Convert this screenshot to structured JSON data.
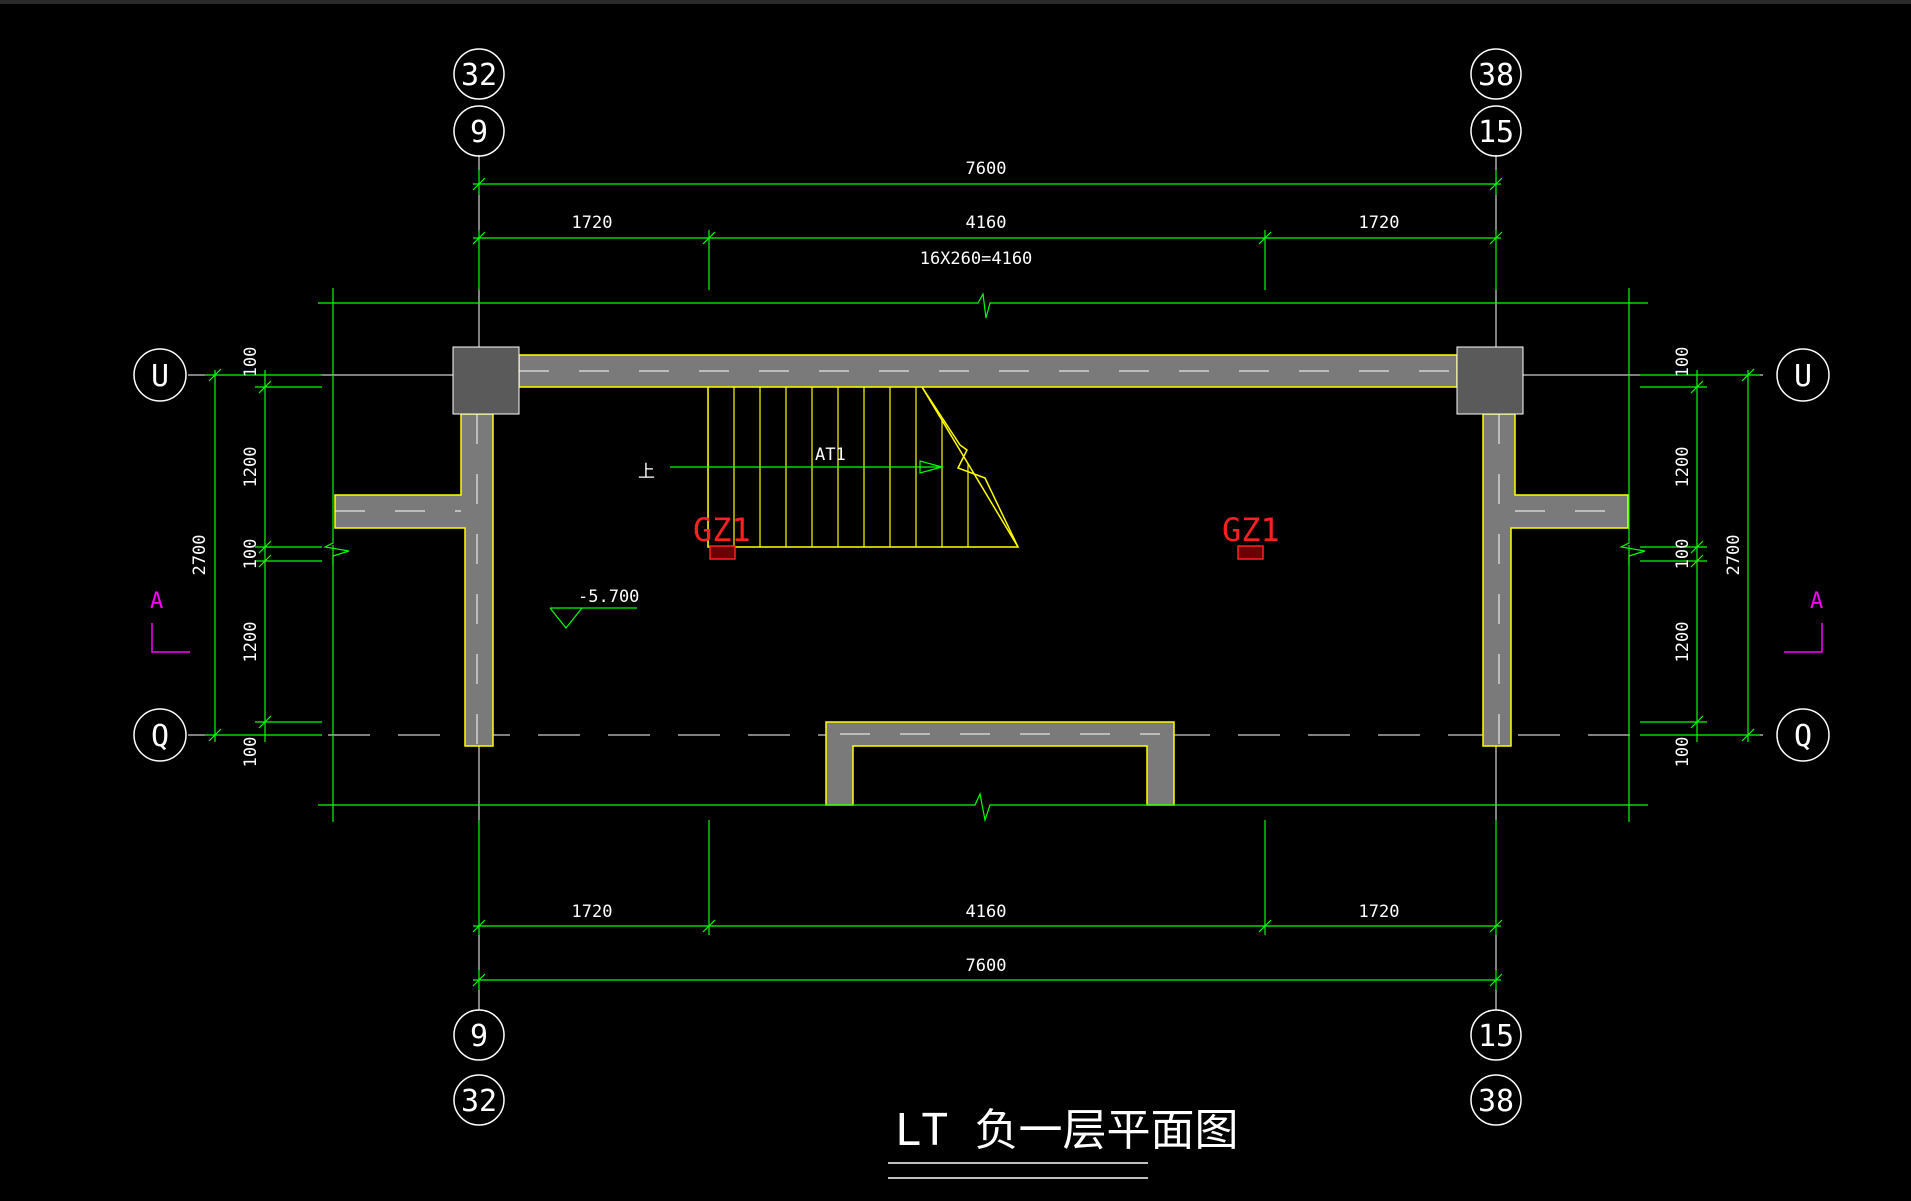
{
  "drawing": {
    "title": "LT 负一层平面图",
    "colors": {
      "background": "#000000",
      "dimension": "#00ff00",
      "wall_outline": "#ffff00",
      "wall_fill": "#7a7a7a",
      "axis_line": "#ffffff",
      "column_label": "#ff2020",
      "section_mark": "#ff00ff"
    },
    "axis_bubbles": {
      "top": [
        "32",
        "9",
        "38",
        "15"
      ],
      "bottom": [
        "9",
        "32",
        "15",
        "38"
      ],
      "left": [
        "U",
        "Q"
      ],
      "right": [
        "U",
        "Q"
      ]
    },
    "dimensions": {
      "top_total": "7600",
      "top_left": "1720",
      "top_mid": "4160",
      "top_right": "1720",
      "stair_formula": "16X260=4160",
      "bottom_left": "1720",
      "bottom_mid": "4160",
      "bottom_right": "1720",
      "bottom_total": "7600",
      "left_100_a": "100",
      "left_1200_a": "1200",
      "left_100_b": "100",
      "left_1200_b": "1200",
      "left_100_c": "100",
      "left_total": "2700",
      "right_100_a": "100",
      "right_1200_a": "1200",
      "right_100_b": "100",
      "right_1200_b": "1200",
      "right_100_c": "100",
      "right_total": "2700"
    },
    "labels": {
      "stair_up": "上",
      "stair_code": "AT1",
      "column_left": "GZ1",
      "column_right": "GZ1",
      "elevation": "-5.700",
      "section_left": "A",
      "section_right": "A"
    }
  }
}
